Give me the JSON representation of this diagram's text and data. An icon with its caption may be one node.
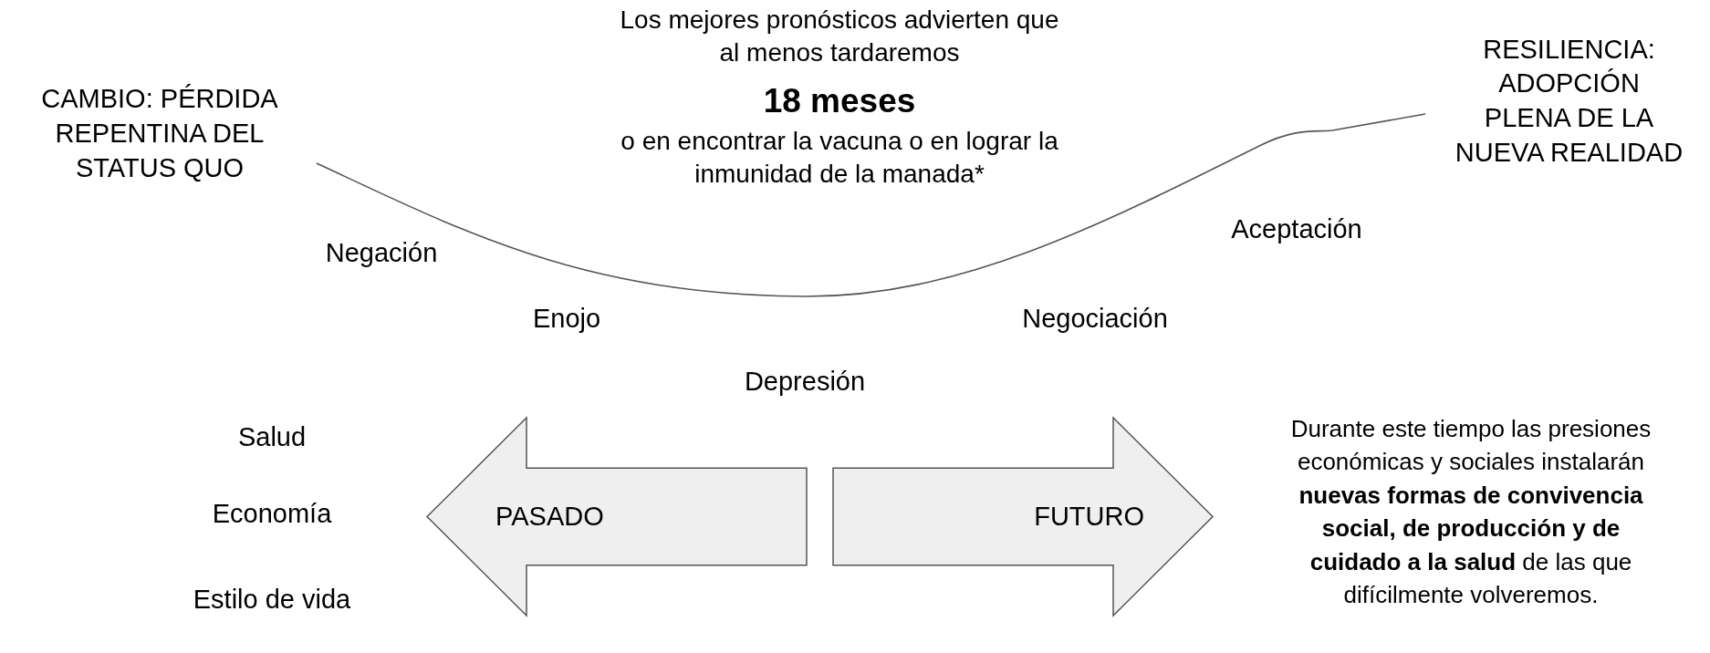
{
  "diagram": {
    "nodes": [
      {
        "text": [
          "CAMBIO: PÉRDIDA REPENTINA DEL STATUS QUO"
        ]
      },
      {
        "text": [
          "RESILIENCIA: ADOPCIÓN PLENA DE LA NUEVA REALIDAD"
        ]
      },
      {
        "text": [
          "PASADO"
        ]
      },
      {
        "text": [
          "FUTURO"
        ]
      }
    ],
    "edges": [
      {
        "from": 0,
        "to": 1,
        "arrow": "none"
      }
    ],
    "labels": [
      "Los mejores pronósticos advierten que al menos tardaremos",
      "18 meses",
      "o en encontrar la vacuna o en lograr la inmunidad de la manada*",
      "Negación",
      "Enojo",
      "Depresión",
      "Negociación",
      "Aceptación",
      "Salud",
      "Economía",
      "Estilo de vida",
      "Durante este tiempo las presiones económicas y sociales instalarán **nuevas formas de convivencia social, de producción y de cuidado a la salud** de las que difícilmente volveremos."
    ]
  }
}
